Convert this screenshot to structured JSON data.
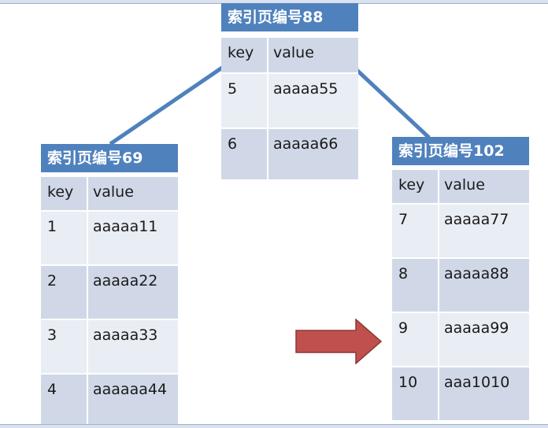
{
  "colors": {
    "header_bg": "#4f81bd",
    "row_dark": "#d0d8e8",
    "row_light": "#e9edf4",
    "connector": "#4f81bd",
    "arrow": "#c0504d"
  },
  "icons": {
    "arrow": "right-arrow-icon"
  },
  "pages": [
    {
      "id": "root",
      "title": "索引页编号88",
      "headers": {
        "key": "key",
        "value": "value"
      },
      "rows": [
        {
          "key": "5",
          "value": "aaaaa55"
        },
        {
          "key": "6",
          "value": "aaaaa66"
        }
      ]
    },
    {
      "id": "left",
      "title": "索引页编号69",
      "headers": {
        "key": "key",
        "value": "value"
      },
      "rows": [
        {
          "key": "1",
          "value": "aaaaa11"
        },
        {
          "key": "2",
          "value": "aaaaa22"
        },
        {
          "key": "3",
          "value": "aaaaa33"
        },
        {
          "key": "4",
          "value": "aaaaaa44"
        }
      ]
    },
    {
      "id": "right",
      "title": "索引页编号102",
      "headers": {
        "key": "key",
        "value": "value"
      },
      "rows": [
        {
          "key": "7",
          "value": "aaaaa77"
        },
        {
          "key": "8",
          "value": "aaaaa88"
        },
        {
          "key": "9",
          "value": "aaaaa99"
        },
        {
          "key": "10",
          "value": "aaa1010"
        }
      ]
    }
  ]
}
